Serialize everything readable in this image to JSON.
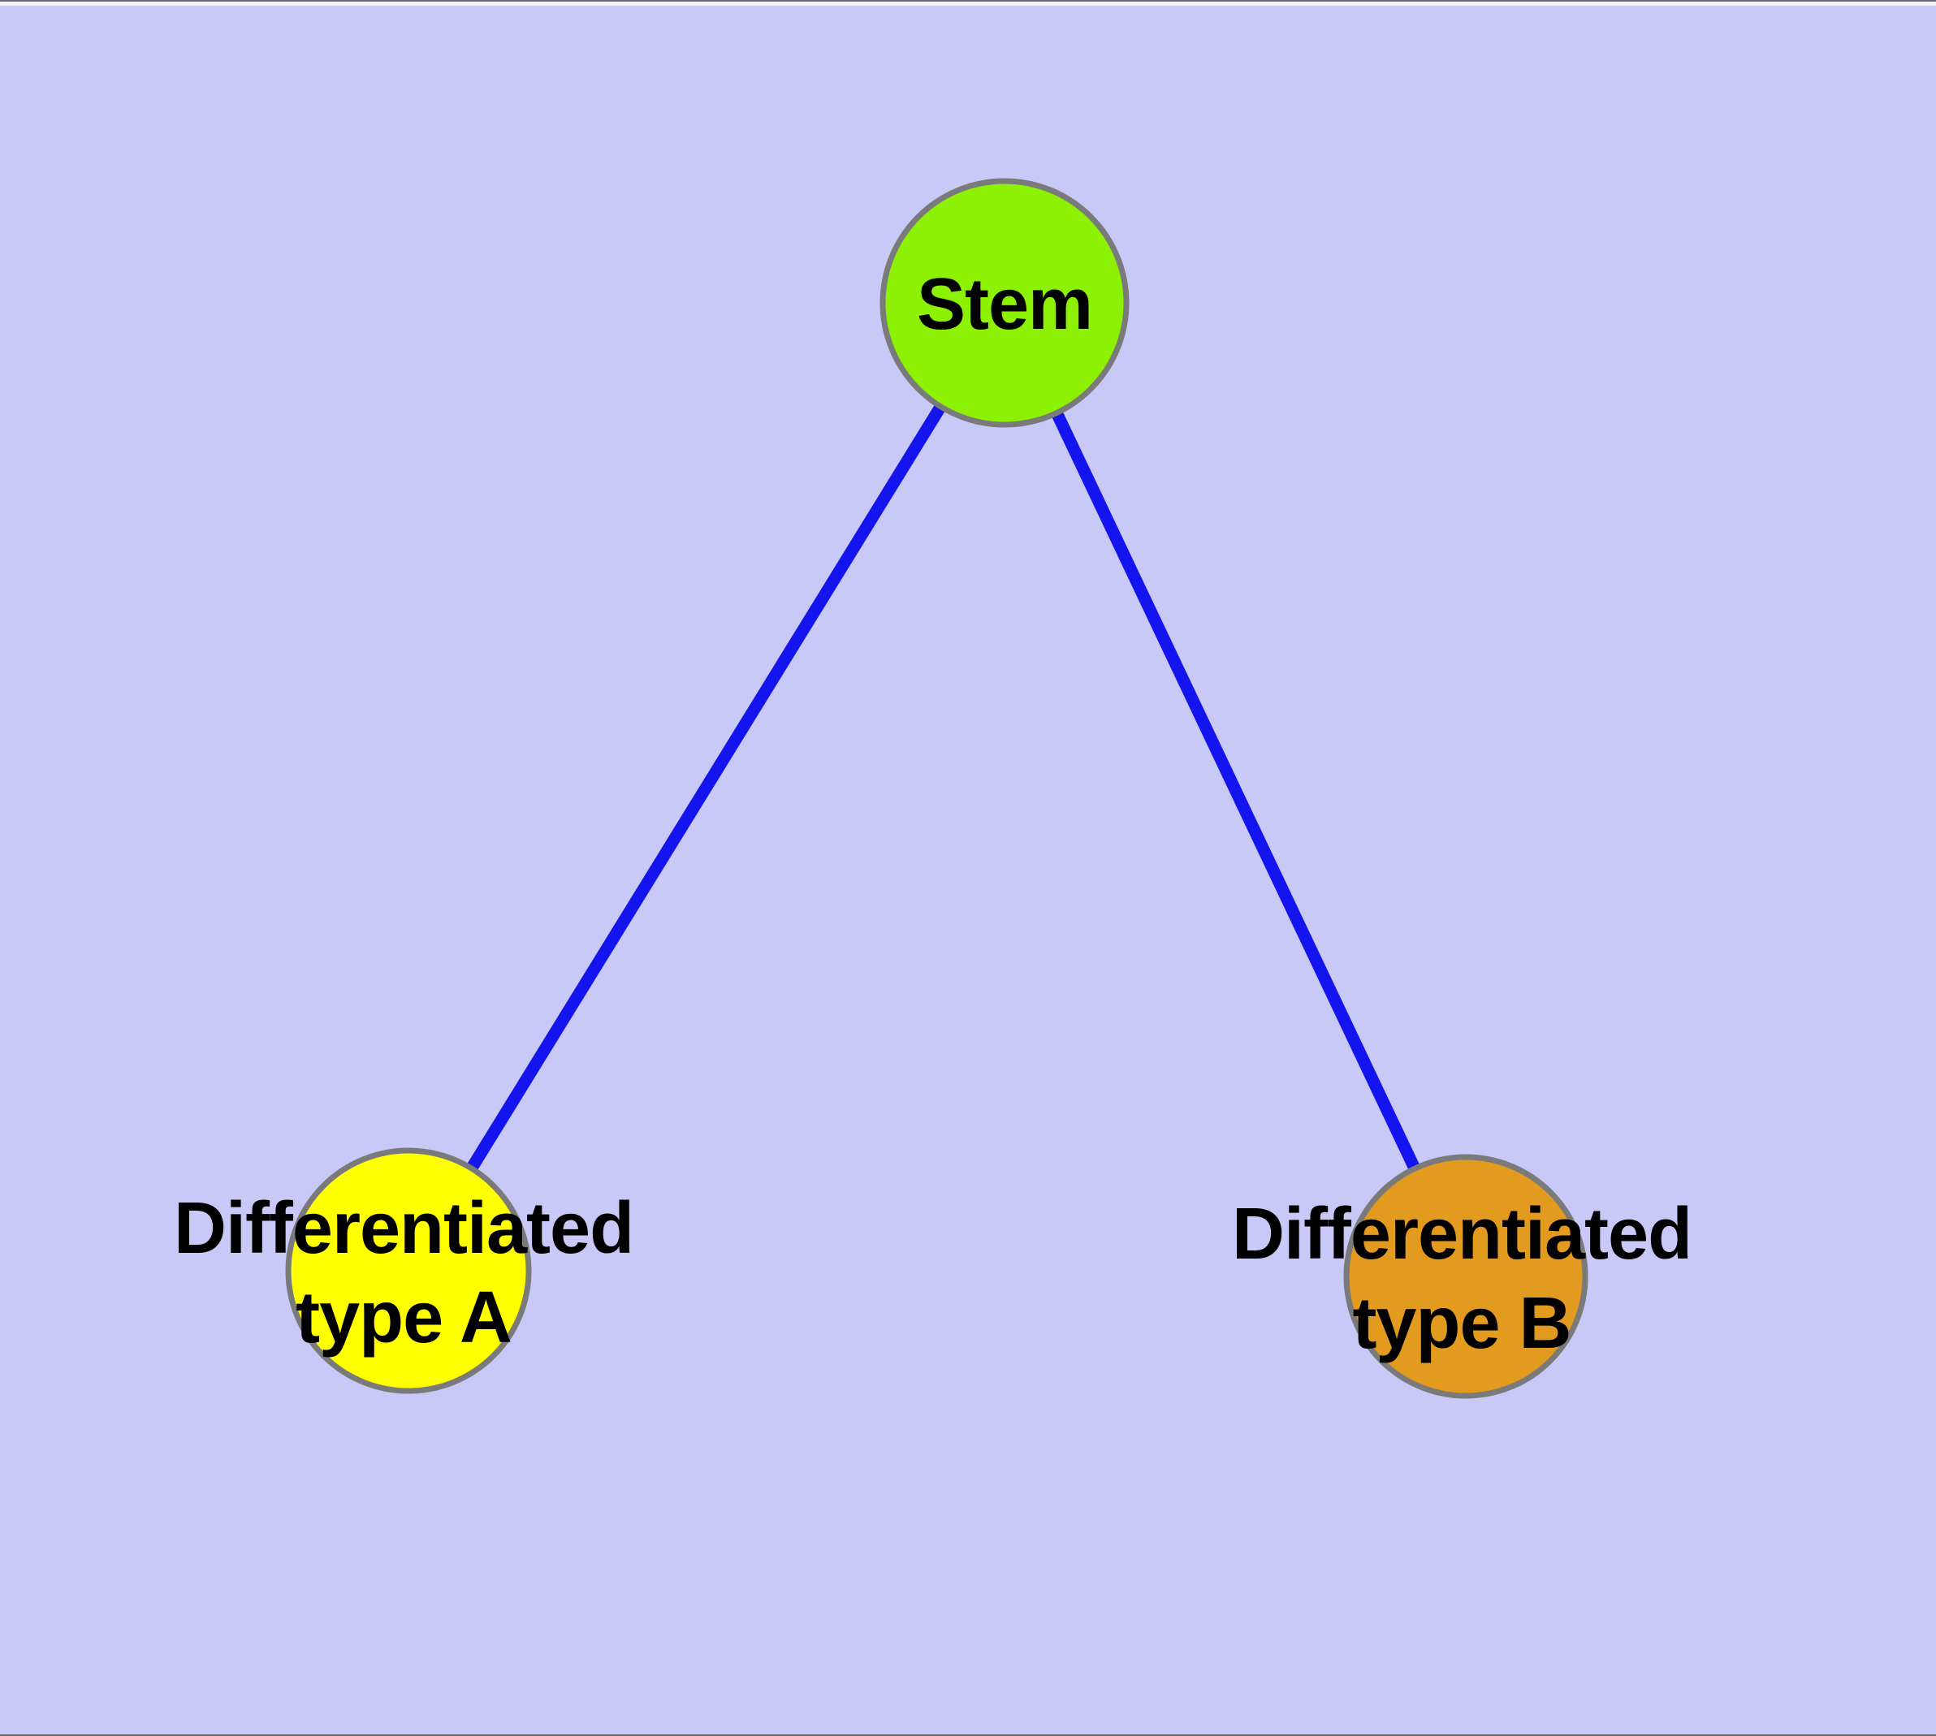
{
  "diagram": {
    "type": "node-link-graph",
    "background_color": "#C9C9F7",
    "node_border_color": "#7A7A7A",
    "edge_color": "#1414EE",
    "label_color": "#000000",
    "nodes": [
      {
        "id": "stem",
        "label_line1": "Stem",
        "label_line2": "",
        "fill": "#8DF104"
      },
      {
        "id": "differentiated-type-a",
        "label_line1": "Differentiated",
        "label_line2": "type A",
        "fill": "#FFFF00"
      },
      {
        "id": "differentiated-type-b",
        "label_line1": "Differentiated",
        "label_line2": "type B",
        "fill": "#E39B1F"
      }
    ],
    "edges": [
      {
        "from": "Stem",
        "to": "Differentiated type A"
      },
      {
        "from": "Stem",
        "to": "Differentiated type B"
      }
    ]
  }
}
